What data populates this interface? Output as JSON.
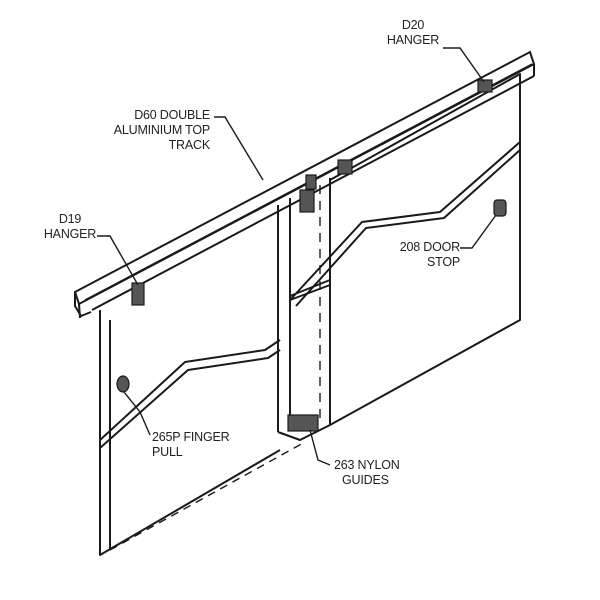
{
  "labels": {
    "d20": [
      "D20",
      "HANGER"
    ],
    "d60": [
      "D60 DOUBLE",
      "ALUMINIUM TOP",
      "TRACK"
    ],
    "d19": [
      "D19",
      "HANGER"
    ],
    "stop": [
      "208 DOOR",
      "STOP"
    ],
    "pull": [
      "265P FINGER",
      "PULL"
    ],
    "guides": [
      "263 NYLON",
      "GUIDES"
    ]
  },
  "colors": {
    "line": "#1a1a1a",
    "part": "#555555"
  }
}
